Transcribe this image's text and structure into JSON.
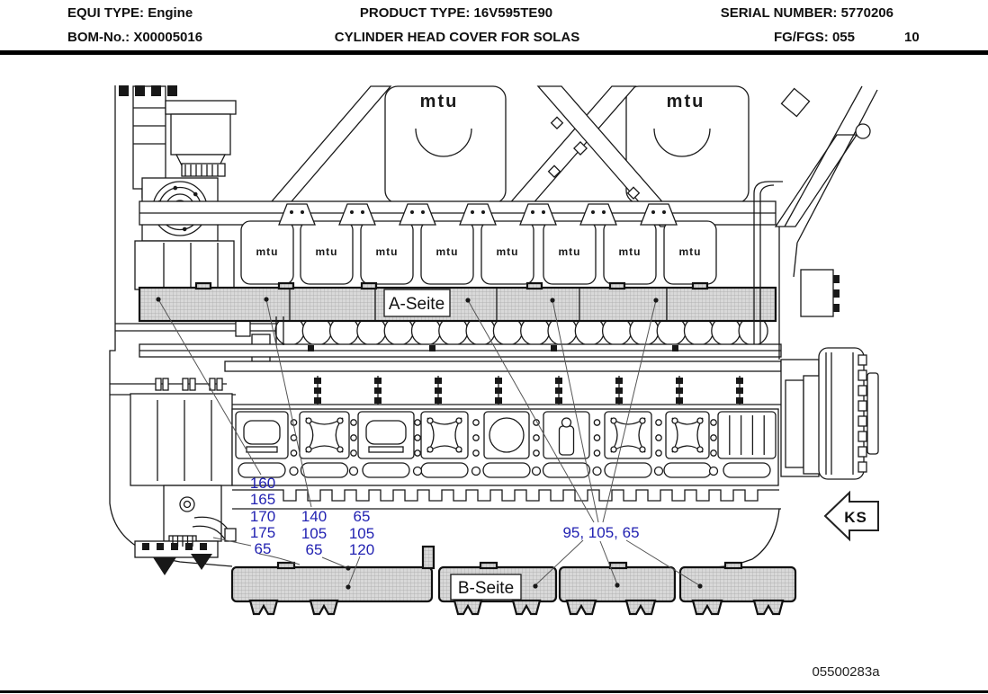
{
  "header": {
    "equi_type_label": "EQUI TYPE:",
    "equi_type_value": "Engine",
    "product_type_label": "PRODUCT TYPE:",
    "product_type_value": "16V595TE90",
    "serial_label": "SERIAL NUMBER:",
    "serial_value": "5770206",
    "bom_label": "BOM-No.:",
    "bom_value": "X00005016",
    "title": "CYLINDER HEAD COVER FOR SOLAS",
    "fg_label": "FG/FGS:",
    "fg_value": "055",
    "page_number": "10"
  },
  "diagram": {
    "brand": "mtu",
    "a_side_label": "A-Seite",
    "b_side_label": "B-Seite",
    "direction_label": "KS",
    "drawing_number": "05500283a",
    "callout_color": "#2222b2",
    "callouts": {
      "group1": [
        "160",
        "165",
        "170",
        "175",
        "65"
      ],
      "group2": [
        "140",
        "105",
        "65"
      ],
      "group3": [
        "65",
        "105",
        "120"
      ],
      "group4": "95, 105, 65"
    }
  }
}
